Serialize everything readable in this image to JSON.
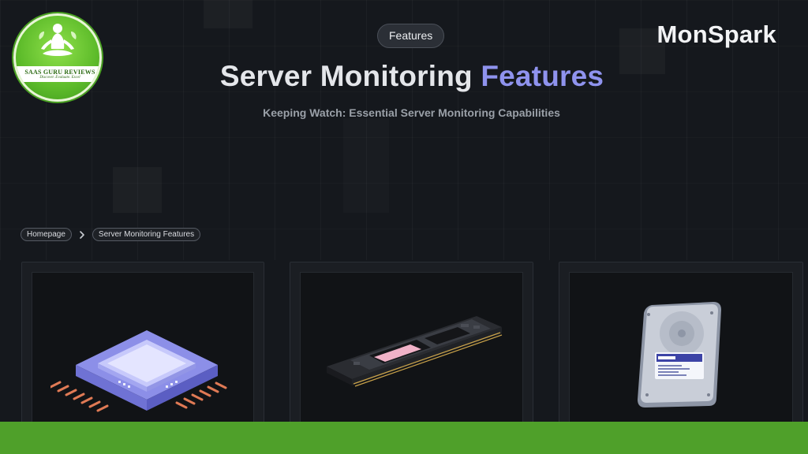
{
  "logo": {
    "title": "SAAS GURU REVIEWS",
    "tagline": "Discover. Evaluate. Excel"
  },
  "brand": {
    "name": "MonSpark"
  },
  "hero": {
    "pill": "Features",
    "title_main": "Server Monitoring ",
    "title_accent": "Features",
    "subtitle": "Keeping Watch: Essential Server Monitoring Capabilities"
  },
  "breadcrumb": {
    "items": [
      "Homepage",
      "Server Monitoring Features"
    ]
  },
  "cards": [
    {
      "icon": "cpu-chip-icon"
    },
    {
      "icon": "ram-module-icon"
    },
    {
      "icon": "hard-drive-icon"
    }
  ],
  "colors": {
    "background": "#15181d",
    "accent": "#8f93ee",
    "footer": "#4fa02a"
  }
}
